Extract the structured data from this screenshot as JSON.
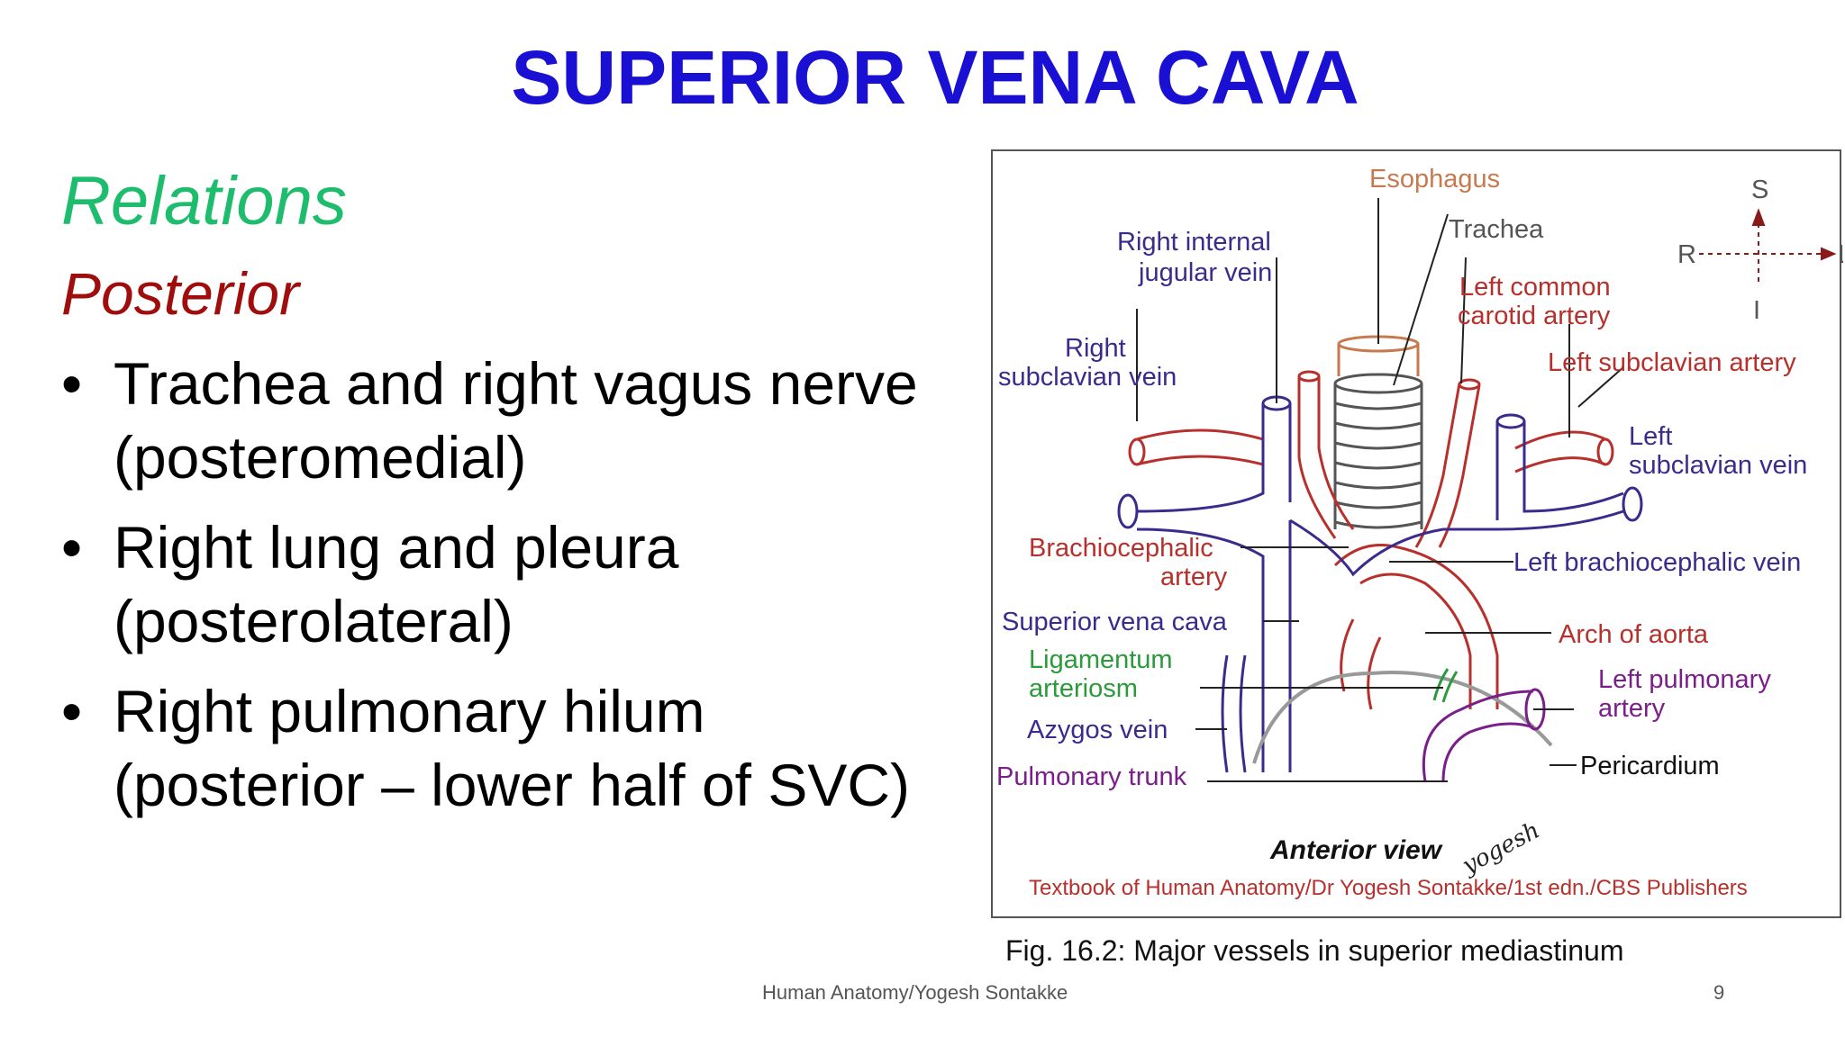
{
  "slide": {
    "title": "SUPERIOR VENA CAVA",
    "relations": "Relations",
    "posterior": "Posterior",
    "bullets": [
      {
        "line1": "Trachea and right vagus nerve",
        "line2": "(posteromedial)"
      },
      {
        "line1": "Right lung and pleura",
        "line2": "(posterolateral)"
      },
      {
        "line1": "Right pulmonary hilum",
        "line2": "(posterior – lower half of SVC)"
      }
    ],
    "bullet_glyph": "•"
  },
  "figure": {
    "labels": {
      "esophagus": "Esophagus",
      "trachea": "Trachea",
      "right_ijv_1": "Right internal",
      "right_ijv_2": "jugular vein",
      "left_cca_1": "Left common",
      "left_cca_2": "carotid artery",
      "right_scv_1": "Right",
      "right_scv_2": "subclavian vein",
      "left_sca": "Left subclavian artery",
      "left_scv_1": "Left",
      "left_scv_2": "subclavian vein",
      "brachio_art_1": "Brachiocephalic",
      "brachio_art_2": "artery",
      "left_bcv": "Left brachiocephalic vein",
      "svc": "Superior vena cava",
      "arch": "Arch of aorta",
      "lig_1": "Ligamentum",
      "lig_2": "arteriosm",
      "lpa_1": "Left pulmonary",
      "lpa_2": "artery",
      "azygos": "Azygos vein",
      "pericardium": "Pericardium",
      "pulm_trunk": "Pulmonary trunk",
      "anterior_view": "Anterior view",
      "signature": "yogesh",
      "credit": "Textbook of Human Anatomy/Dr Yogesh Sontakke/1st edn./CBS Publishers",
      "compass_s": "S",
      "compass_r": "R",
      "compass_l": "L",
      "compass_i": "I"
    },
    "caption": "Fig. 16.2: Major vessels in superior mediastinum"
  },
  "footer": {
    "center": "Human Anatomy/Yogesh Sontakke",
    "page": "9"
  }
}
